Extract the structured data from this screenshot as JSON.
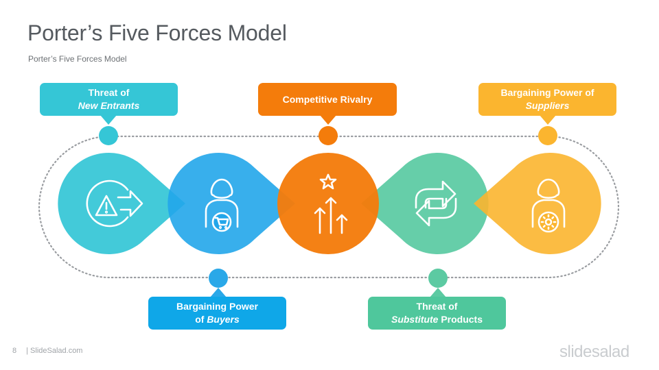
{
  "title": "Porter’s Five Forces Model",
  "subtitle": "Porter’s Five Forces Model",
  "footer": {
    "page_number": "8",
    "site": "| SlideSalad.com"
  },
  "brand": "slidesalad",
  "colors": {
    "teal": "#35c6d6",
    "blue": "#2aa8e8",
    "orange": "#f47c0b",
    "green": "#5ccaa2",
    "yellow": "#fbb52f"
  },
  "forces": [
    {
      "line1": "Threat of",
      "line2": "New Entrants",
      "icon": "threat-arrow-icon"
    },
    {
      "line1": "Bargaining Power",
      "line2_prefix": "of ",
      "line2": "Buyers",
      "icon": "buyer-cart-icon"
    },
    {
      "line1": "Competitive Rivalry",
      "icon": "growth-arrows-star-icon"
    },
    {
      "line1": "Threat of",
      "line2": "Substitute",
      "line2_suffix": " Products",
      "icon": "refresh-arrows-icon"
    },
    {
      "line1": "Bargaining Power of",
      "line2": "Suppliers",
      "icon": "supplier-gear-icon"
    }
  ]
}
